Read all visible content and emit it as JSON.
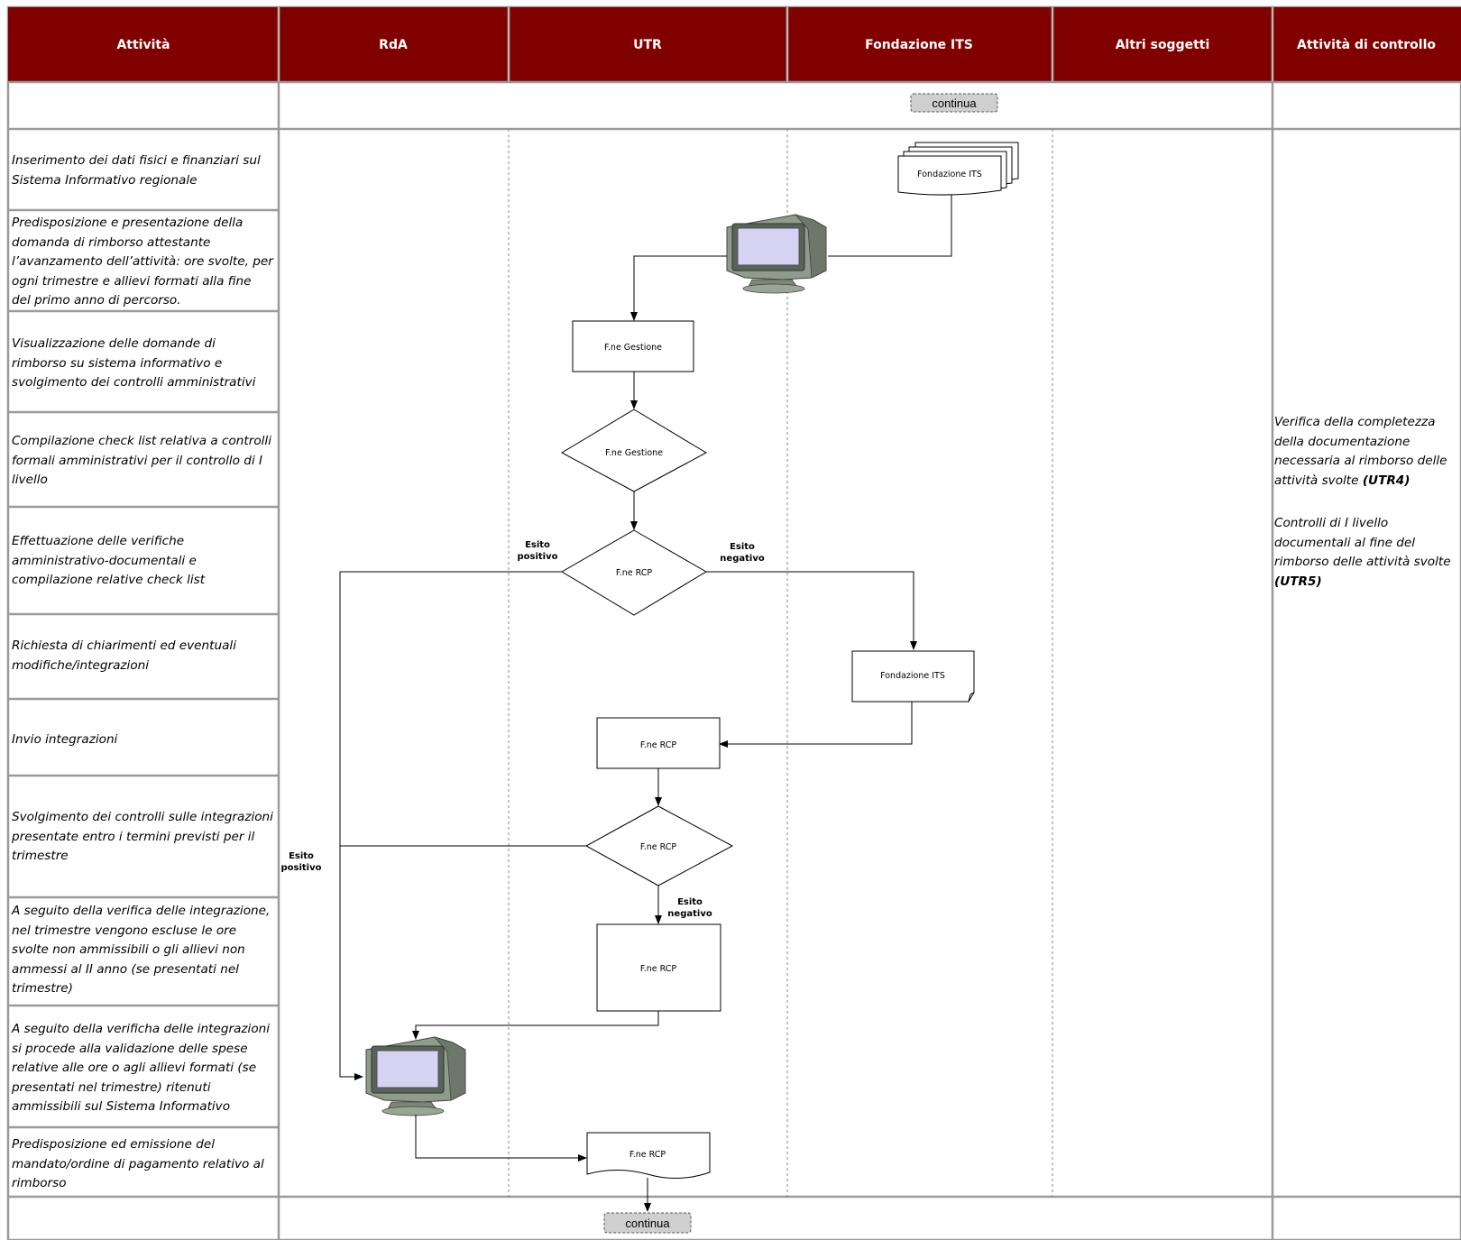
{
  "header": {
    "col_activity": "Attività",
    "col_rda": "RdA",
    "col_utr": "UTR",
    "col_fondazione": "Fondazione ITS",
    "col_altri": "Altri soggetti",
    "col_controllo": "Attività di controllo"
  },
  "connectors": {
    "top": "continua",
    "bottom": "continua"
  },
  "activities": [
    "Inserimento dei dati fisici e finanziari sul Sistema Informativo regionale",
    "Predisposizione e presentazione della domanda di rimborso attestante l’avanzamento dell’attività: ore svolte, per ogni trimestre  e allievi formati alla fine del primo anno di percorso.",
    "Visualizzazione delle domande di rimborso su sistema informativo e svolgimento dei controlli amministrativi",
    "Compilazione check list relativa a controlli formali amministrativi per il controllo di I livello",
    "Effettuazione delle verifiche amministrativo-documentali e compilazione relative check list",
    "Richiesta di chiarimenti ed eventuali modifiche/integrazioni",
    "Invio integrazioni",
    "Svolgimento dei controlli sulle integrazioni presentate entro i  termini previsti per il trimestre",
    "A seguito della verifica delle integrazione, nel trimestre  vengono escluse le ore svolte non ammissibili o gli allievi non ammessi al II anno (se presentati nel trimestre)",
    "A seguito della verificha delle integrazioni si procede alla validazione delle spese relative alle ore  o agli allievi formati  (se presentati nel trimestre) ritenuti ammissibili sul Sistema Informativo",
    "Predisposizione ed emissione del mandato/ordine di pagamento relativo al rimborso"
  ],
  "controls": {
    "c1_text": "Verifica della completezza della documentazione necessaria al rimborso delle attività svolte ",
    "c1_code": "(UTR4)",
    "c2_text": " Controlli di I livello documentali al fine del rimborso delle attività svolte ",
    "c2_code": "(UTR5)"
  },
  "shapes": {
    "doc_fondazione_1": "Fondazione ITS",
    "proc_gestione": "F.ne Gestione",
    "dec_gestione": "F.ne Gestione",
    "dec_rcp_1": "F.ne RCP",
    "doc_fondazione_2": "Fondazione ITS",
    "proc_rcp_1": "F.ne RCP",
    "dec_rcp_2": "F.ne RCP",
    "proc_rcp_2": "F.ne RCP",
    "doc_rcp": "F.ne RCP"
  },
  "labels": {
    "esito_positivo_1": "Esito positivo",
    "esito_negativo_1": "Esito negativo",
    "esito_positivo_2": "Esito positivo",
    "esito_negativo_2": "Esito negativo"
  },
  "colors": {
    "header_bg": "#800000",
    "grid": "#9a9a9a",
    "computer_screen": "#d6d3f2",
    "computer_body": "#8e9a8c"
  }
}
